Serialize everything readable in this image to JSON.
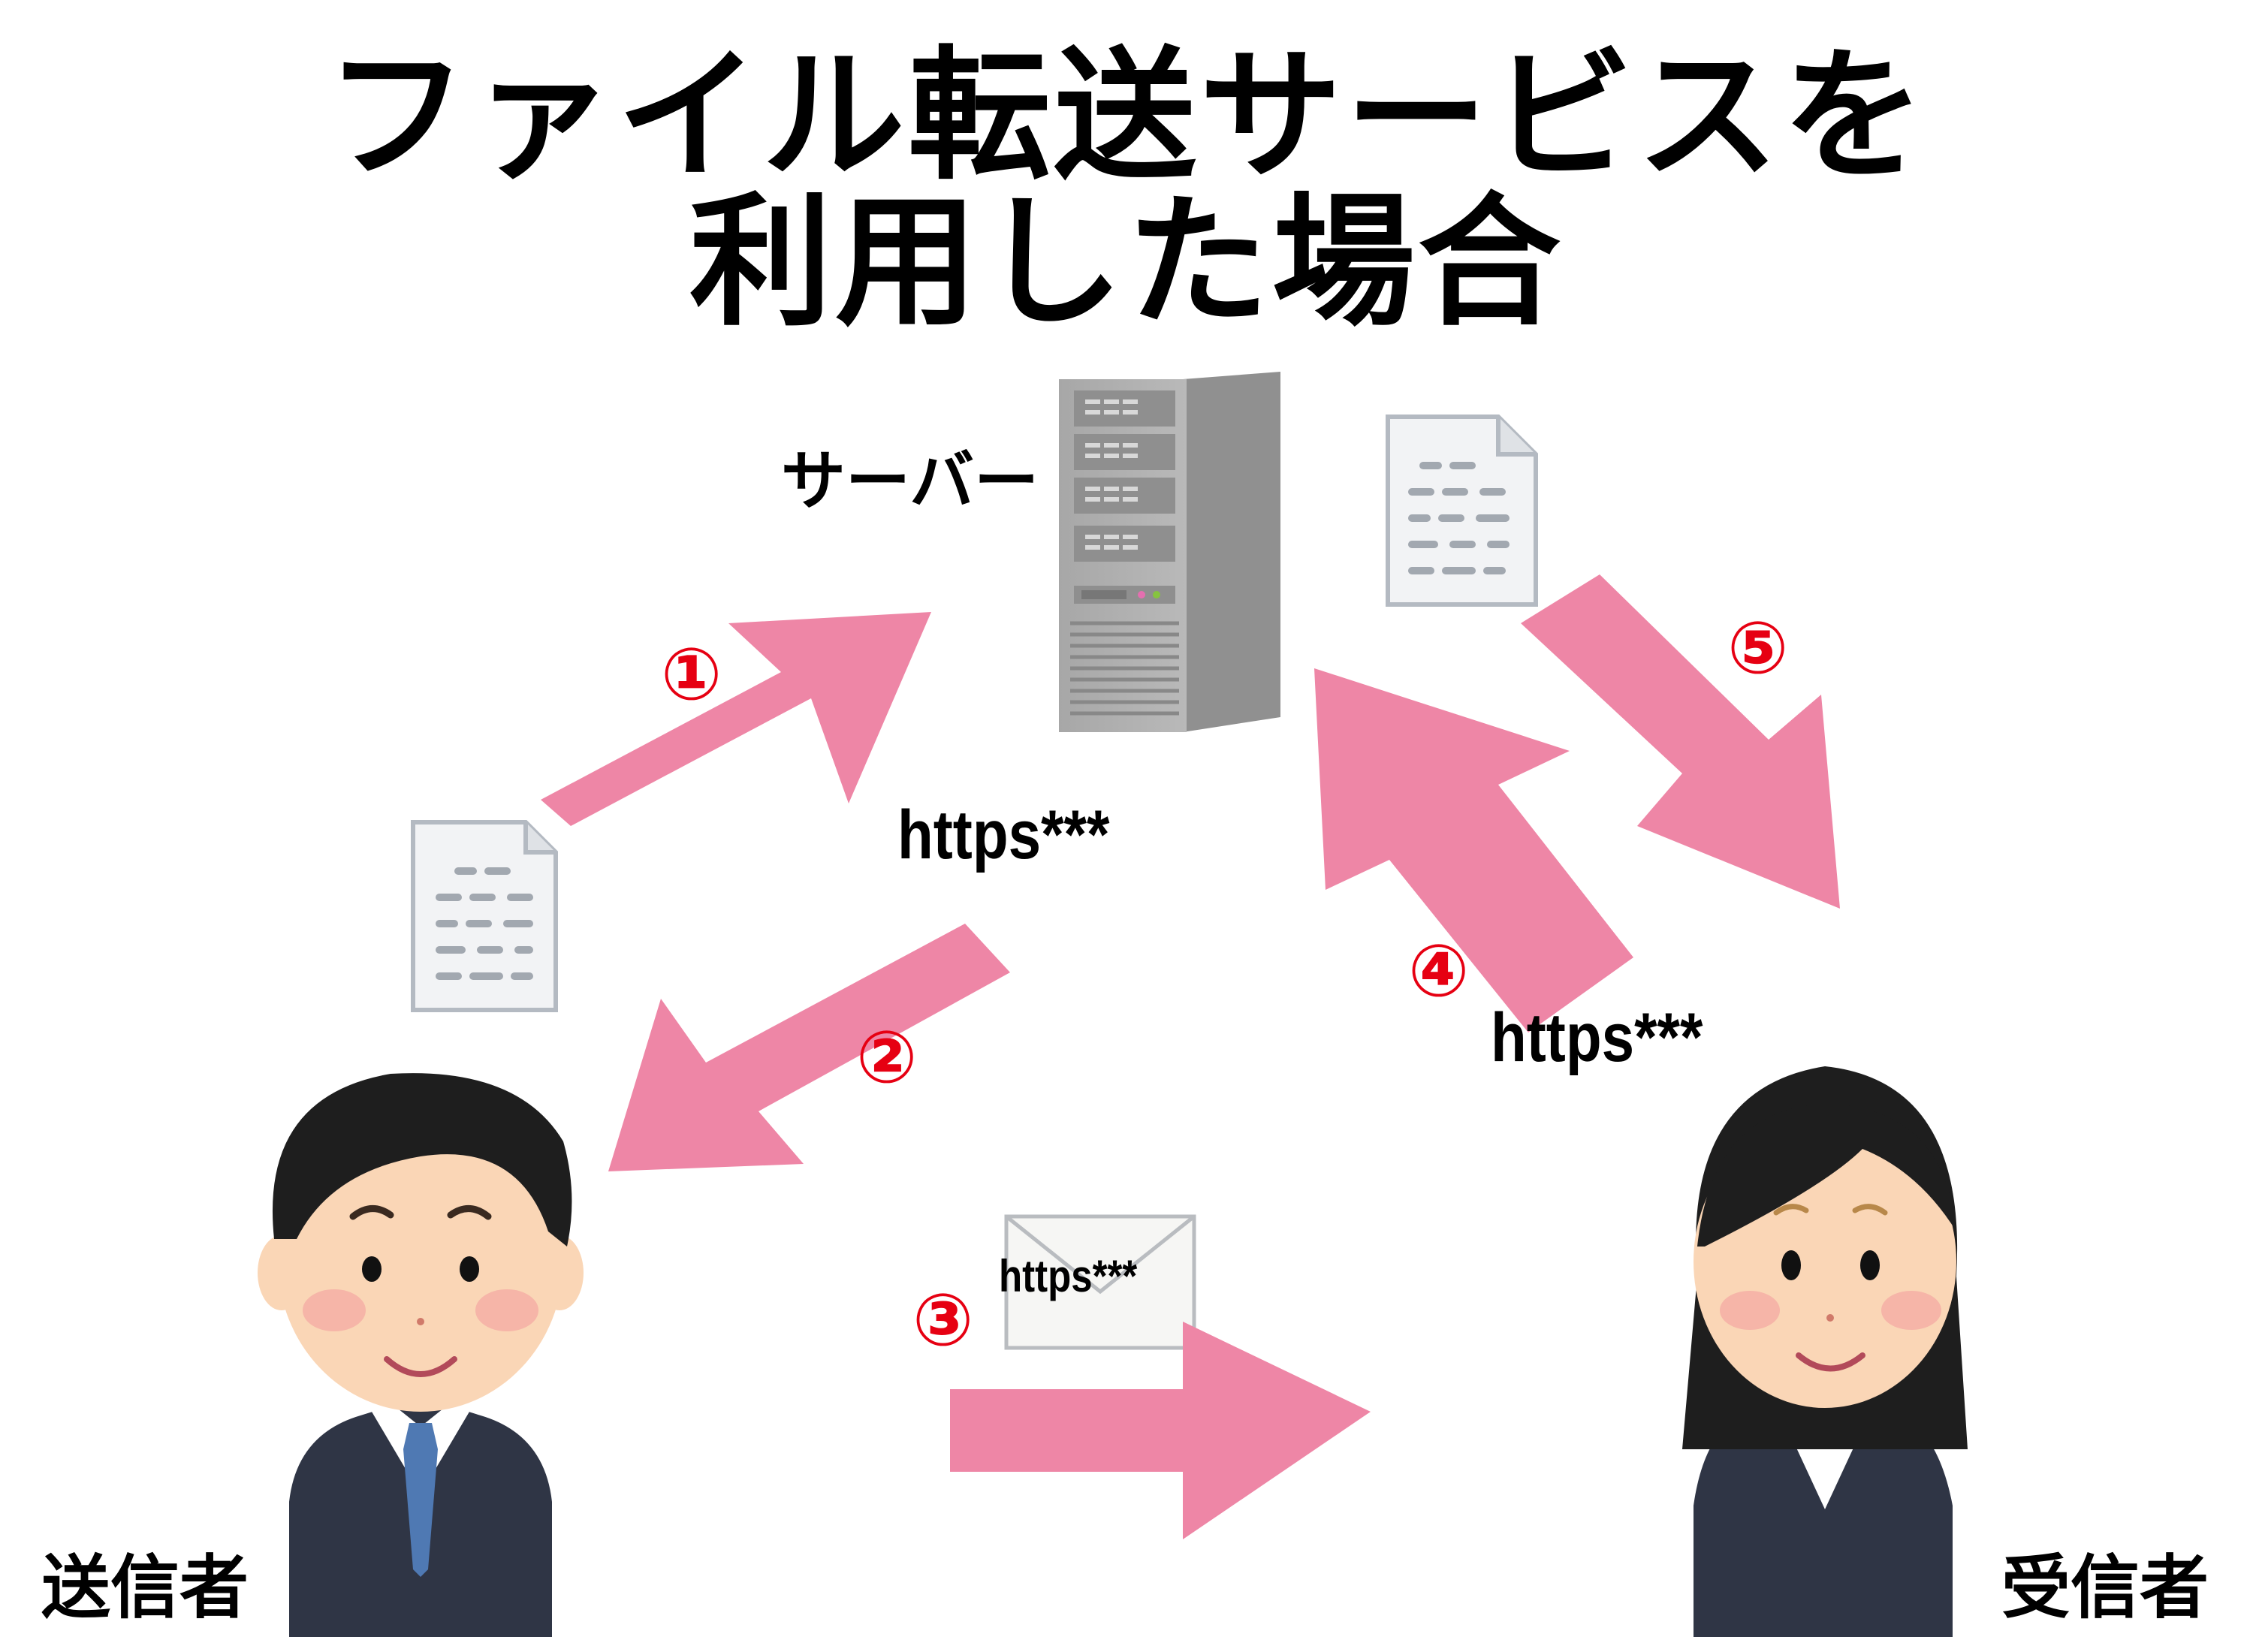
{
  "title": {
    "line1": "ファイル転送サービスを",
    "line2": "利用した場合"
  },
  "labels": {
    "server": "サーバー",
    "sender": "送信者",
    "receiver": "受信者"
  },
  "urls": {
    "server_to_sender": "https***",
    "receiver_to_server": "https***",
    "email_link": "https***"
  },
  "steps": {
    "s1": "①",
    "s2": "②",
    "s3": "③",
    "s4": "④",
    "s5": "⑤"
  },
  "colors": {
    "arrow": "#ee86a6",
    "step_number": "#e60012",
    "suit": "#2f3545",
    "hair": "#1e1e1e",
    "skin": "#fad6b6",
    "tie": "#4f79b3",
    "server_body": "#a9a9a9"
  },
  "icons": [
    "server-icon",
    "document-icon",
    "envelope-icon",
    "businessman-icon",
    "businesswoman-icon"
  ]
}
